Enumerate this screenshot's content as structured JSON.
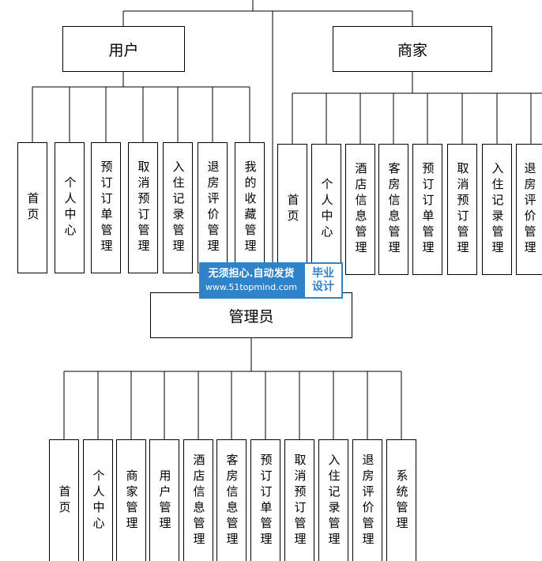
{
  "roles": {
    "user": {
      "title": "用户",
      "modules": [
        "首页",
        "个人中心",
        "预订订单管理",
        "取消预订管理",
        "入住记录管理",
        "退房评价管理",
        "我的收藏管理"
      ]
    },
    "merchant": {
      "title": "商家",
      "modules": [
        "首页",
        "个人中心",
        "酒店信息管理",
        "客房信息管理",
        "预订订单管理",
        "取消预订管理",
        "入住记录管理",
        "退房评价管理"
      ]
    },
    "admin": {
      "title": "管理员",
      "modules": [
        "首页",
        "个人中心",
        "商家管理",
        "用户管理",
        "酒店信息管理",
        "客房信息管理",
        "预订订单管理",
        "取消预订管理",
        "入住记录管理",
        "退房评价管理",
        "系统管理"
      ]
    }
  },
  "watermark": {
    "line1": "无须担心.自动发货",
    "line2": "www.51topmind.com",
    "badge_top": "毕业",
    "badge_bottom": "设计"
  },
  "colors": {
    "watermark_blue": "#2f83c9",
    "line": "#000000"
  }
}
